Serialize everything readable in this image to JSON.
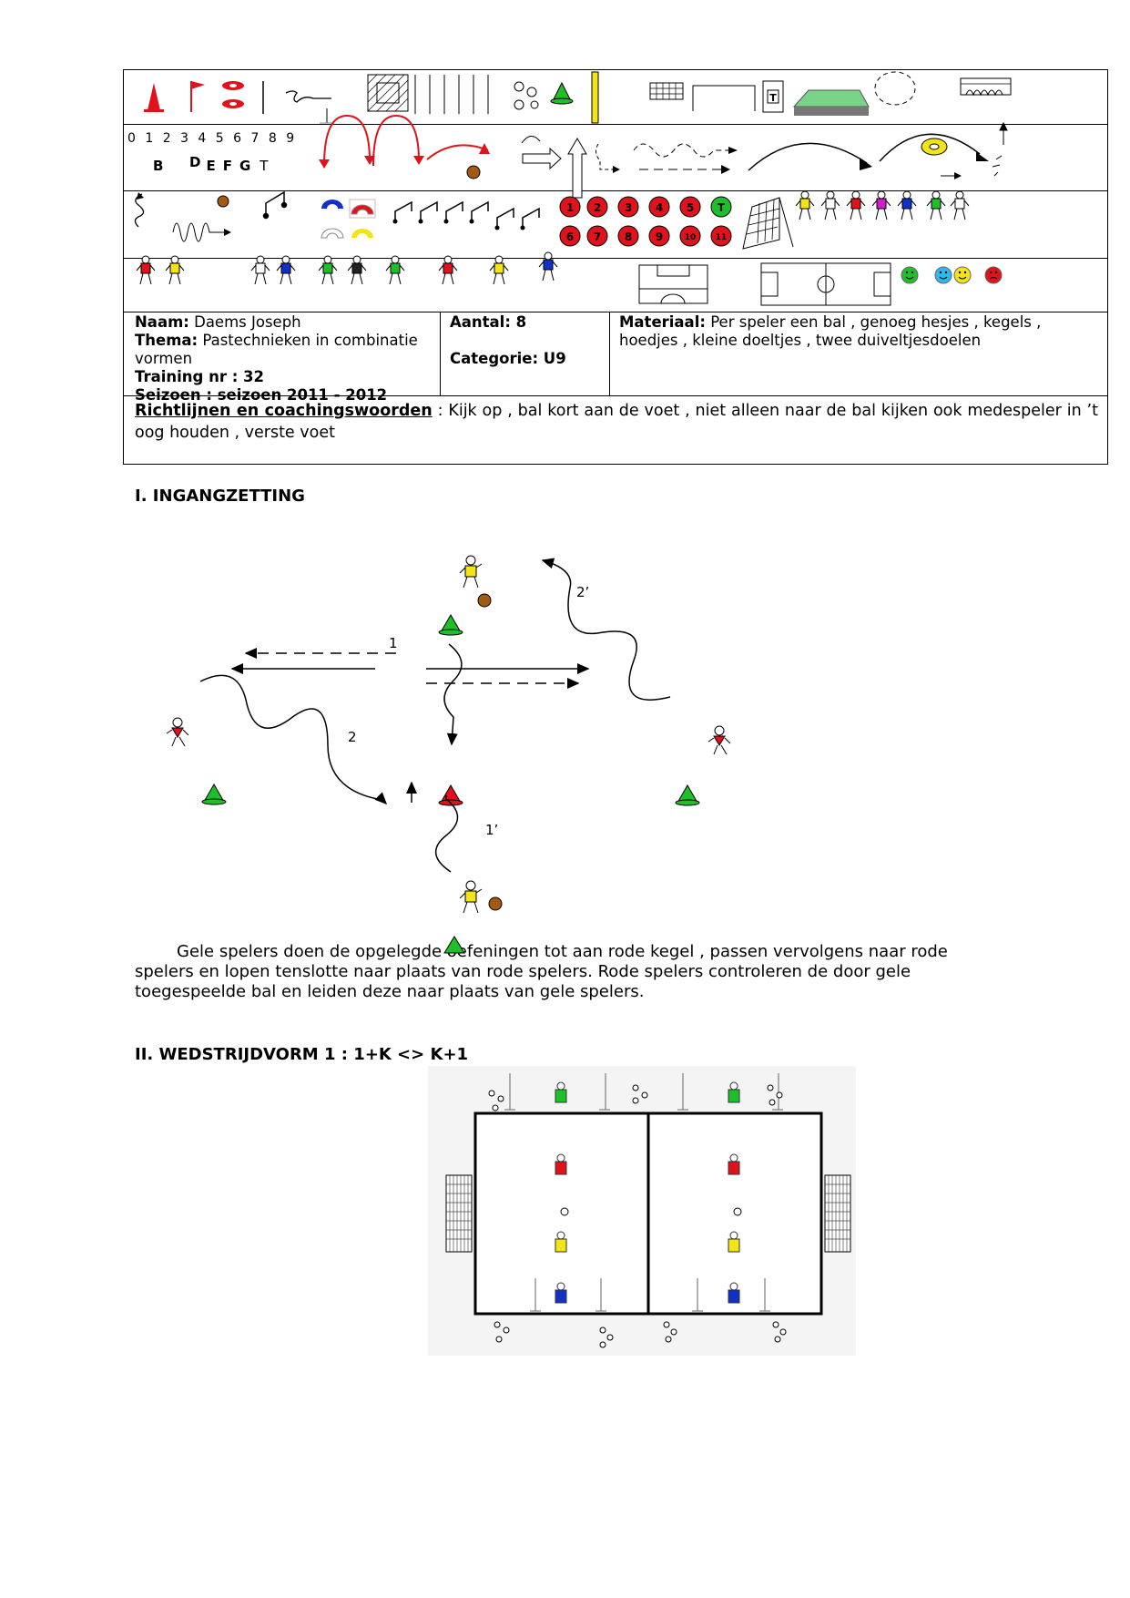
{
  "legend": {
    "digits": "0 1 2 3 4 5 6 7 8 9",
    "letters": [
      "B",
      "D",
      "E",
      "F",
      "G",
      "T"
    ],
    "numbered_disks": [
      "1",
      "2",
      "3",
      "4",
      "5",
      "T",
      "6",
      "7",
      "8",
      "9",
      "10",
      "11"
    ]
  },
  "info": {
    "naam_label": "Naam:",
    "naam_value": " Daems Joseph",
    "thema_label": "Thema:",
    "thema_value": " Pastechnieken in combinatie vormen",
    "training_label": "Training nr : 32",
    "seizoen_label": "Seizoen : seizoen 2011 - 2012",
    "aantal_label": "Aantal: 8",
    "categorie_label": "Categorie: U9",
    "materiaal_label": "Materiaal:",
    "materiaal_value": " Per speler een bal , genoeg hesjes , kegels , hoedjes , kleine doeltjes , twee duiveltjesdoelen"
  },
  "coaching": {
    "label": "Richtlijnen en coachingswoorden",
    "text": " : Kijk op , bal kort aan de voet , niet alleen naar de bal kijken ook medespeler in ’t oog houden , verste voet"
  },
  "section1": {
    "heading": "I. INGANGZETTING",
    "labels": {
      "one": "1",
      "one_prime": "1’",
      "two": "2",
      "two_prime": "2’"
    },
    "description": "Gele spelers doen de opgelegde oefeningen tot aan rode kegel , passen vervolgens naar rode spelers en lopen tenslotte naar plaats van rode spelers. Rode spelers controleren de door gele toegespeelde bal en leiden deze naar plaats van gele spelers."
  },
  "section2": {
    "heading": "II. WEDSTRIJDVORM 1 : 1+K <> K+1"
  },
  "colors": {
    "red": "#e0121b",
    "green": "#1fbf2a",
    "yellow": "#f2e416",
    "blue": "#1030c8",
    "field_green": "#7bd38a"
  }
}
